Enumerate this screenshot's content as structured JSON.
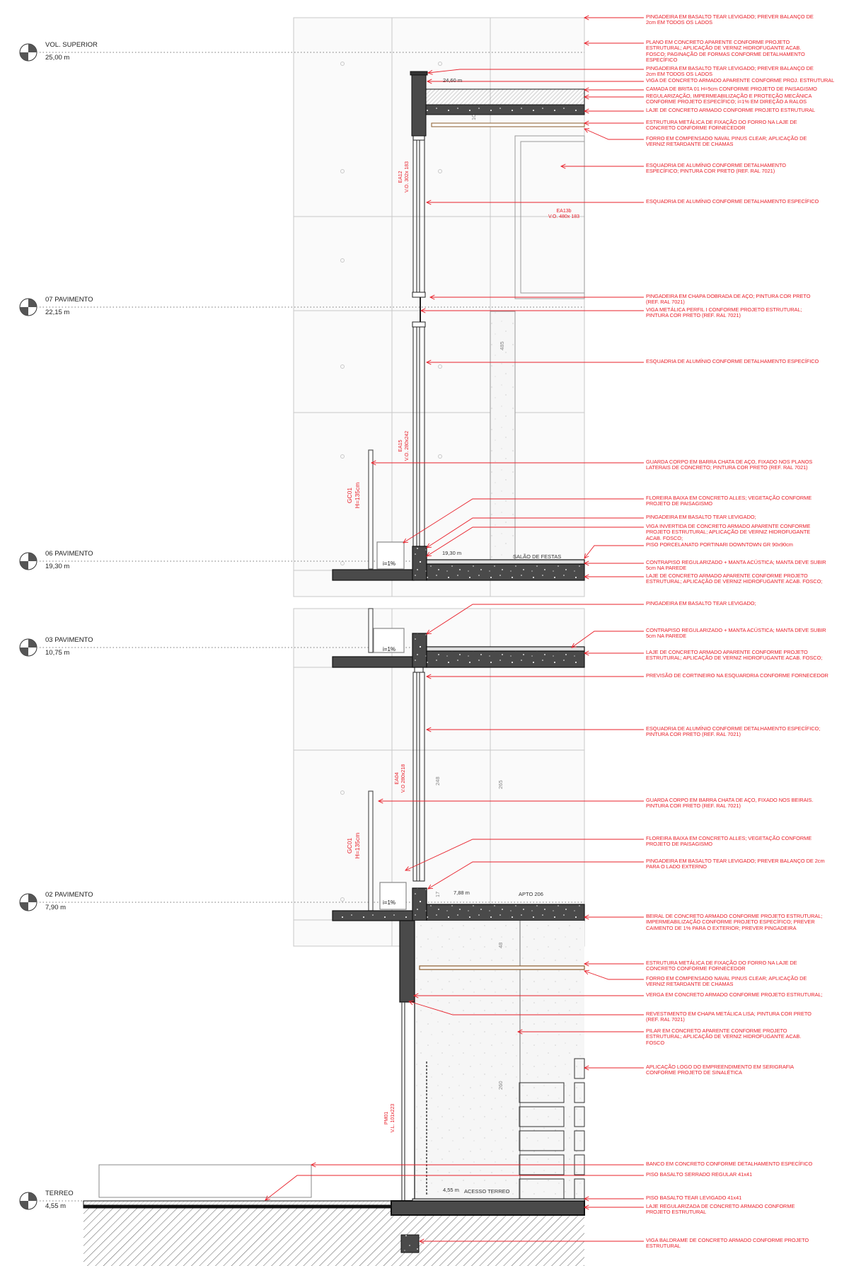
{
  "levels": [
    {
      "name": "VOL. SUPERIOR",
      "elevation": "25,00 m"
    },
    {
      "name": "07 PAVIMENTO",
      "elevation": "22,15 m"
    },
    {
      "name": "06 PAVIMENTO",
      "elevation": "19,30 m"
    },
    {
      "name": "03 PAVIMENTO",
      "elevation": "10,75 m"
    },
    {
      "name": "02 PAVIMENTO",
      "elevation": "7,90 m"
    },
    {
      "name": "TERREO",
      "elevation": "4,55 m"
    }
  ],
  "drawing_labels": {
    "roof_elev": "24,60 m",
    "floor06_elev": "19,30 m",
    "floor06_room": "SALÃO DE FESTAS",
    "floor02_elev": "7,88 m",
    "floor02_room": "APTO 206",
    "ground_elev": "4,55 m",
    "ground_room": "ACESSO TERREO",
    "ea12_code": "EA12",
    "ea12_size": "V.O. 302x 183",
    "ea13b_code": "EA13b",
    "ea13b_size": "V.O. 480x 183",
    "ea15_code": "EA15",
    "ea15_size": "V.O. 280x242",
    "ea04_code": "EA04",
    "ea04_size": "V.O 280x218",
    "gc01_code": "GC01",
    "gc01_height": "H=135cm",
    "pm01_code": "PM01",
    "pm01_size": "V.L. 101x223",
    "slope": "i=1%",
    "dim_10": "10",
    "dim_485": "485",
    "dim_248": "248",
    "dim_265": "265",
    "dim_17": "17",
    "dim_48": "48",
    "dim_260": "260"
  },
  "annotations": [
    "PINGADEIRA EM BASALTO TEAR LEVIGADO; PREVER BALANÇO DE\n2cm EM TODOS OS LADOS",
    "PLANO EM CONCRETO APARENTE CONFORME PROJETO\nESTRUTURAL; APLICAÇÃO DE VERNIZ HIDROFUGANTE ACAB.\nFOSCO; PAGINAÇÃO DE FORMAS CONFORME DETALHAMENTO\nESPECÍFICO",
    "PINGADEIRA EM BASALTO TEAR LEVIGADO; PREVER BALANÇO DE\n2cm EM TODOS OS LADOS",
    "VIGA DE CONCRETO ARMADO APARENTE CONFORME PROJ. ESTRUTURAL",
    "CAMADA DE BRITA 01 H=5cm CONFORME PROJETO DE PAISAGISMO",
    "REGULARIZAÇÃO, IMPERMEABILIZAÇÃO E PROTEÇÃO MECÂNICA\nCONFORME PROJETO ESPECÍFICO; i=1% EM DIREÇÃO A RALOS",
    "LAJE DE CONCRETO ARMADO CONFORME PROJETO ESTRUTURAL",
    "ESTRUTURA METÁLICA DE FIXAÇÃO DO FORRO NA LAJE DE\nCONCRETO CONFORME FORNECEDOR",
    "FORRO EM COMPENSADO NAVAL PINUS CLEAR; APLICAÇÃO DE\nVERNIZ RETARDANTE DE CHAMAS",
    "ESQUADRIA DE ALUMÍNIO CONFORME DETALHAMENTO\nESPECÍFICO; PINTURA COR PRETO (REF. RAL 7021)",
    "ESQUADRIA DE ALUMÍNIO CONFORME DETALHAMENTO ESPECÍFICO",
    "PINGADEIRA EM CHAPA DOBRADA DE AÇO; PINTURA COR PRETO\n(REF. RAL 7021)",
    "VIGA METÁLICA PERFIL I CONFORME PROJETO ESTRUTURAL;\nPINTURA COR PRETO (REF. RAL 7021)",
    "ESQUADRIA DE ALUMÍNIO CONFORME DETALHAMENTO ESPECÍFICO",
    "GUARDA CORPO EM BARRA CHATA DE AÇO, FIXADO NOS PLANOS\nLATERAIS DE CONCRETO; PINTURA COR PRETO (REF. RAL 7021)",
    "FLOREIRA BAIXA EM CONCRETO ALLES; VEGETAÇÃO CONFORME\nPROJETO DE PAISAGISMO",
    "PINGADEIRA EM BASALTO TEAR LEVIGADO;",
    "VIGA INVERTIDA DE CONCRETO ARMADO APARENTE CONFORME\nPROJETO ESTRUTURAL; APLICAÇÃO DE VERNIZ HIDROFUGANTE\nACAB. FOSCO;",
    "PISO PORCELANATO PORTINARI DOWNTOWN GR 90x90cm",
    "CONTRAPISO REGULARIZADO + MANTA ACÚSTICA; MANTA DEVE SUBIR\n5cm NA PAREDE",
    "LAJE DE CONCRETO ARMADO APARENTE CONFORME PROJETO\nESTRUTURAL; APLICAÇÃO DE VERNIZ HIDROFUGANTE ACAB. FOSCO;",
    "PINGADEIRA EM BASALTO TEAR LEVIGADO;",
    "CONTRAPISO REGULARIZADO + MANTA ACÚSTICA; MANTA DEVE SUBIR\n5cm NA PAREDE",
    "LAJE DE CONCRETO ARMADO APARENTE CONFORME PROJETO\nESTRUTURAL; APLICAÇÃO DE VERNIZ HIDROFUGANTE ACAB. FOSCO;",
    "PREVISÃO DE CORTINEIRO NA ESQUARDRIA CONFORME FORNECEDOR",
    "ESQUADRIA DE ALUMÍNIO CONFORME DETALHAMENTO ESPECÍFICO;\nPINTURA COR PRETO (REF. RAL 7021)",
    "GUARDA CORPO EM BARRA CHATA DE AÇO, FIXADO NOS BEIRAIS.\nPINTURA COR PRETO (REF. RAL 7021)",
    "FLOREIRA BAIXA EM CONCRETO ALLES; VEGETAÇÃO CONFORME\nPROJETO DE PAISAGISMO",
    "PINGADEIRA EM BASALTO TEAR LEVIGADO; PREVER BALANÇO DE 2cm\nPARA O LADO EXTERNO",
    "BEIRAL DE CONCRETO ARMADO CONFORME PROJETO ESTRUTURAL;\nIMPERMEABILIZAÇÃO CONFORME PROJETO ESPECÍFICO; PREVER\nCAIMENTO DE 1% PARA O EXTERIOR; PREVER PINGADEIRA",
    "ESTRUTURA METÁLICA DE FIXAÇÃO DO FORRO NA LAJE DE\nCONCRETO CONFORME FORNECEDOR",
    "FORRO EM COMPENSADO NAVAL PINUS CLEAR; APLICAÇÃO DE\nVERNIZ RETARDANTE DE CHAMAS",
    "VERGA EM CONCRETO ARMADO CONFORME PROJETO ESTRUTURAL;",
    "REVESTIMENTO EM CHAPA METÁLICA LISA; PINTURA COR PRETO\n(REF. RAL 7021)",
    "PILAR EM CONCRETO APARENTE CONFORME PROJETO\nESTRUTURAL; APLICAÇÃO DE VERNIZ HIDROFUGANTE ACAB.\nFOSCO",
    "APLICAÇÃO LOGO DO EMPREENDIMENTO EM SERIGRAFIA\nCONFORME PROJETO DE SINALÉTICA",
    "BANCO EM CONCRETO CONFORME DETALHAMENTO ESPECÍFICO",
    "PISO BASALTO SERRADO REGULAR 41x41",
    "PISO BASALTO TEAR LEVIGADO 41x41",
    "LAJE REGULARIZADA DE CONCRETO ARMADO CONFORME\nPROJETO ESTRUTURAL",
    "VIGA BALDRAME DE CONCRETO ARMADO CONFORME PROJETO\nESTRUTURAL"
  ],
  "colors": {
    "annotation": "#e8202a",
    "concrete": "#4a4a4a",
    "line": "#222222",
    "grid": "#c8c8c8"
  }
}
